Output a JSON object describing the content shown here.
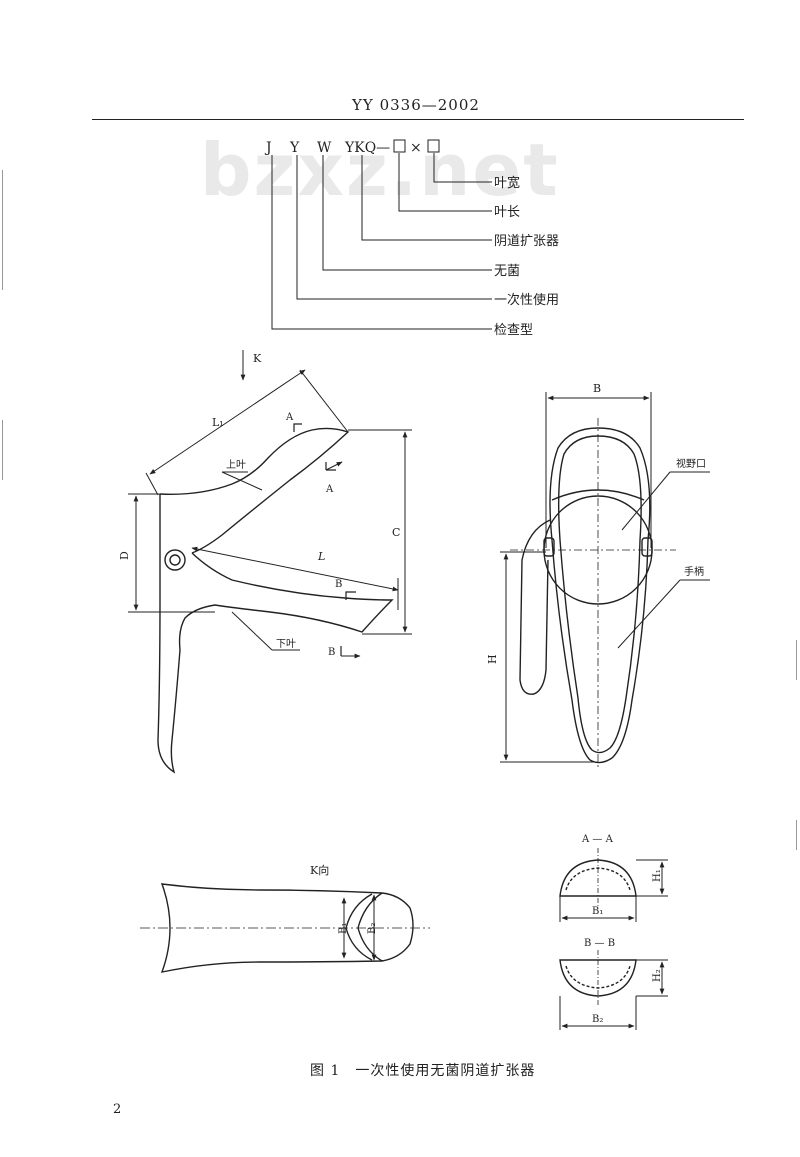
{
  "header": {
    "standard_no": "YY 0336—2002"
  },
  "watermark": "bzxz.net",
  "model_code": {
    "parts": [
      "J",
      "Y",
      "W",
      "YKQ—",
      "×"
    ],
    "legend": [
      "叶宽",
      "叶长",
      "阴道扩张器",
      "无菌",
      "一次性使用",
      "检查型"
    ]
  },
  "side_view": {
    "k_arrow": "K",
    "L1": "L₁",
    "upper_blade": "上叶",
    "lower_blade": "下叶",
    "L": "L",
    "C": "C",
    "D": "D",
    "section_A": "A",
    "section_B": "B"
  },
  "front_view": {
    "B": "B",
    "H": "H",
    "view_port": "视野口",
    "handle": "手柄"
  },
  "k_view": {
    "title": "K向",
    "B1": "B₁",
    "B2": "B₂"
  },
  "section_aa": {
    "title": "A — A",
    "H1": "H₁",
    "B1": "B₁"
  },
  "section_bb": {
    "title": "B — B",
    "H2": "H₂",
    "B2": "B₂"
  },
  "caption": "图 1　一次性使用无菌阴道扩张器",
  "page_number": "2"
}
